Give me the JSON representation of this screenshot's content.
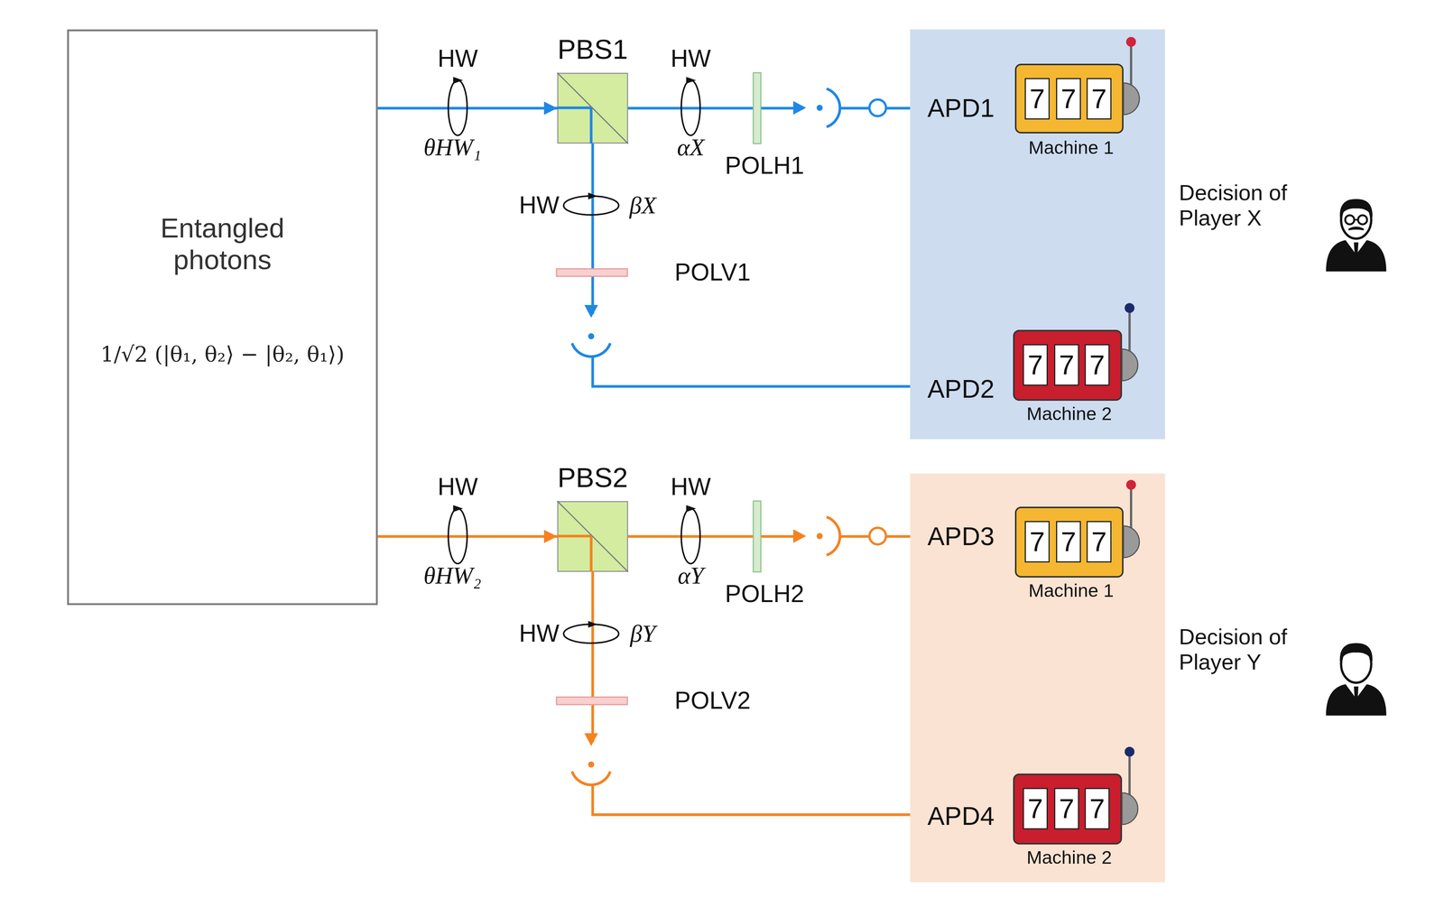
{
  "diagram": {
    "nodes": [
      {
        "text": [
          "Entangled photons",
          "1/√2 (|θ₁, θ₂⟩ − |θ₂, θ₁⟩)"
        ]
      },
      {
        "text": [
          "PBS1"
        ]
      },
      {
        "text": [
          "PBS2"
        ]
      },
      {
        "text": [
          "APD1",
          "APD2"
        ]
      },
      {
        "text": [
          "7",
          "7",
          "7",
          "Machine 1"
        ],
        "in": 3
      },
      {
        "text": [
          "7",
          "7",
          "7",
          "Machine 2"
        ],
        "in": 3
      },
      {
        "text": [
          "APD3",
          "APD4"
        ]
      },
      {
        "text": [
          "7",
          "7",
          "7",
          "Machine 1"
        ],
        "in": 6
      },
      {
        "text": [
          "7",
          "7",
          "7",
          "Machine 2"
        ],
        "in": 6
      }
    ],
    "edges": [
      {
        "from": 0,
        "to": 1,
        "arrow": "to"
      },
      {
        "from": 0,
        "to": 2,
        "arrow": "to"
      },
      {
        "from": 1,
        "to": 3,
        "arrow": "none"
      },
      {
        "from": 1,
        "to": 3,
        "arrow": "none"
      },
      {
        "from": 2,
        "to": 6,
        "arrow": "none"
      },
      {
        "from": 2,
        "to": 6,
        "arrow": "none"
      }
    ],
    "labels": [
      "HW",
      "θHW₁",
      "HW",
      "αX",
      "POLH1",
      "HW",
      "βX",
      "POLV1",
      "HW",
      "θHW₂",
      "HW",
      "αY",
      "POLH2",
      "HW",
      "βY",
      "POLV2",
      "Decision of Player X",
      "Decision of Player Y"
    ]
  }
}
